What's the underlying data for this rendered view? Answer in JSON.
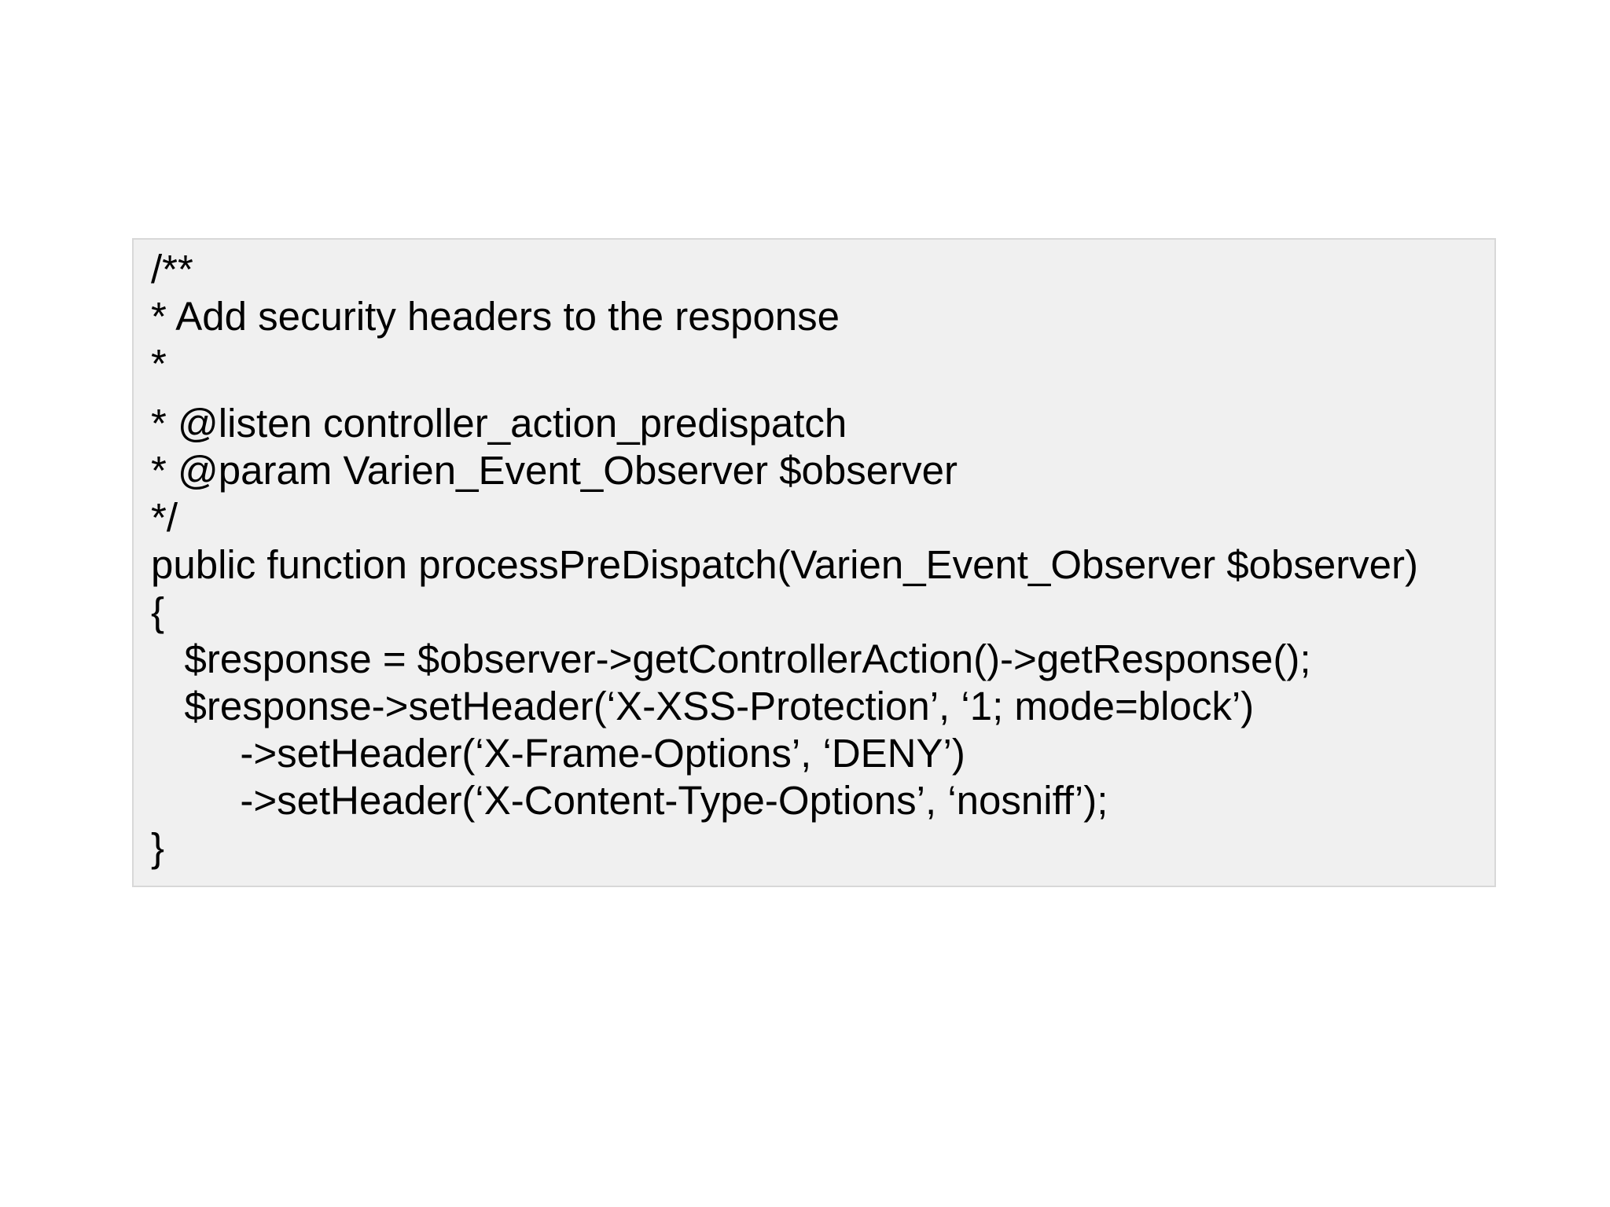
{
  "page": {
    "background": "#ffffff"
  },
  "code_block": {
    "background": "#f0f0f0",
    "border_color": "#d8d8d8",
    "text_color": "#000000",
    "language": "php",
    "lines": [
      "/**",
      "* Add security headers to the response",
      "*",
      "* @listen controller_action_predispatch",
      "* @param Varien_Event_Observer $observer",
      "*/",
      "public function processPreDispatch(Varien_Event_Observer $observer)",
      "{",
      "   $response = $observer->getControllerAction()->getResponse();",
      "   $response->setHeader(‘X-XSS-Protection’, ‘1; mode=block’)",
      "        ->setHeader(‘X-Frame-Options’, ‘DENY’)",
      "        ->setHeader(‘X-Content-Type-Options’, ‘nosniff’);",
      "}"
    ]
  }
}
